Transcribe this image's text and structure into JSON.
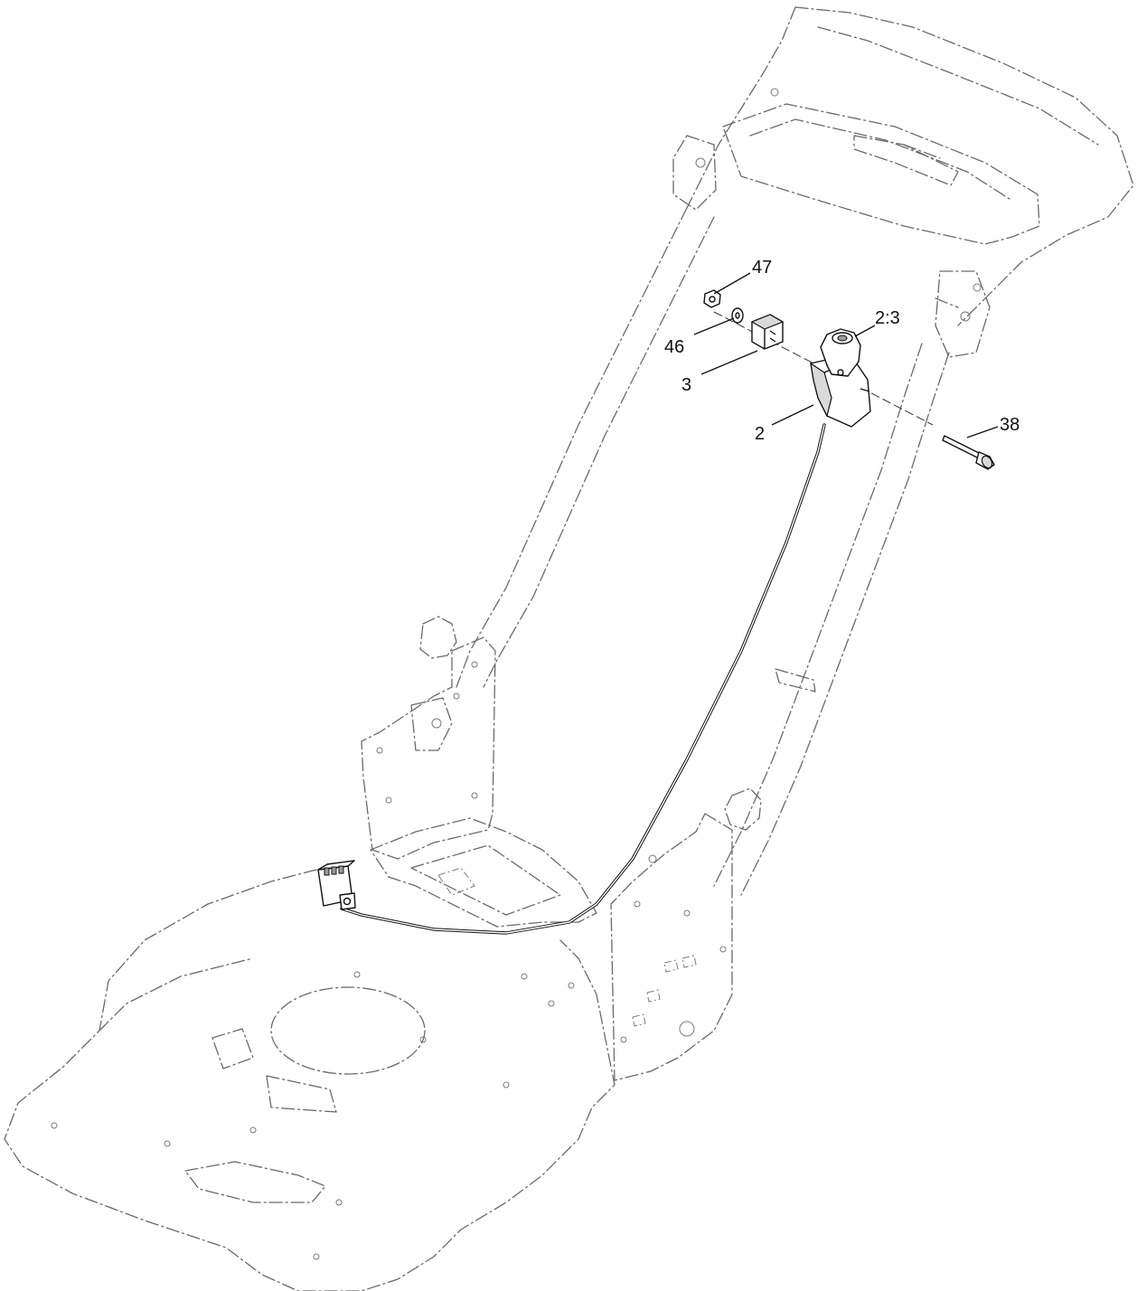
{
  "callouts": {
    "c47": "47",
    "c46": "46",
    "c3": "3",
    "c2_3": "2:3",
    "c2": "2",
    "c38": "38"
  }
}
